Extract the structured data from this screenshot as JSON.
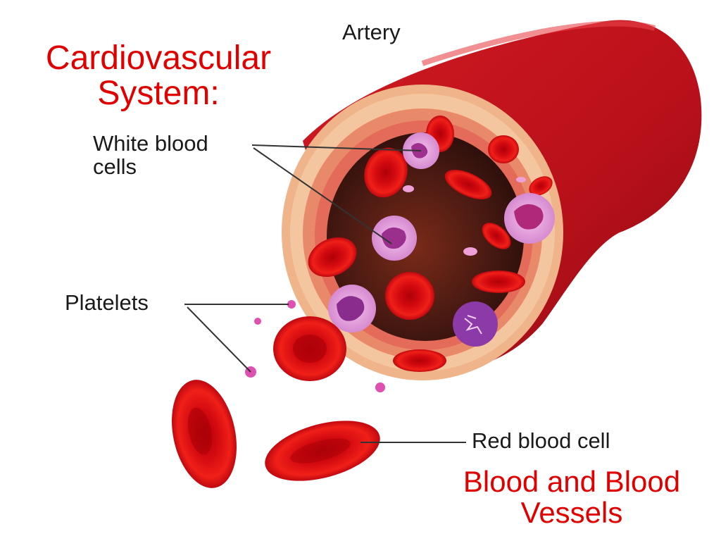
{
  "slide": {
    "title_line1": "Cardiovascular",
    "title_line2": "System:",
    "subtitle_line1": "Blood and Blood",
    "subtitle_line2": "Vessels"
  },
  "labels": {
    "artery": "Artery",
    "white_cells_line1": "White blood",
    "white_cells_line2": "cells",
    "platelets": "Platelets",
    "red_cell": "Red blood cell"
  },
  "colors": {
    "accent_title": "#e00000",
    "vessel_red": "#c8141c",
    "blood_cell_red": "#e01010",
    "white_cell_purple": "#a0308f",
    "platelet_pink": "#e050b0"
  }
}
